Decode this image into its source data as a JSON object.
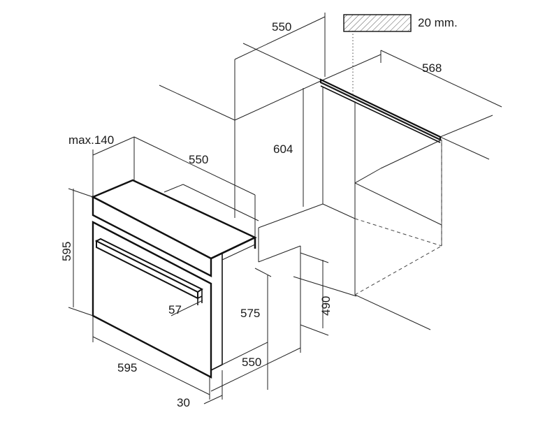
{
  "dimensions": {
    "cabinet_depth_top": "550",
    "worktop_thickness": "20 mm.",
    "cabinet_width": "568",
    "niche_height": "604",
    "max_protrusion": "max.140",
    "oven_depth": "550",
    "oven_height": "595",
    "handle_protrusion": "57",
    "body_height": "575",
    "min_floor_height": "490",
    "oven_width": "595",
    "body_depth": "550",
    "front_panel_thickness": "30"
  },
  "colors": {
    "line": "#111111",
    "hatch": "#555555",
    "background": "#ffffff"
  }
}
